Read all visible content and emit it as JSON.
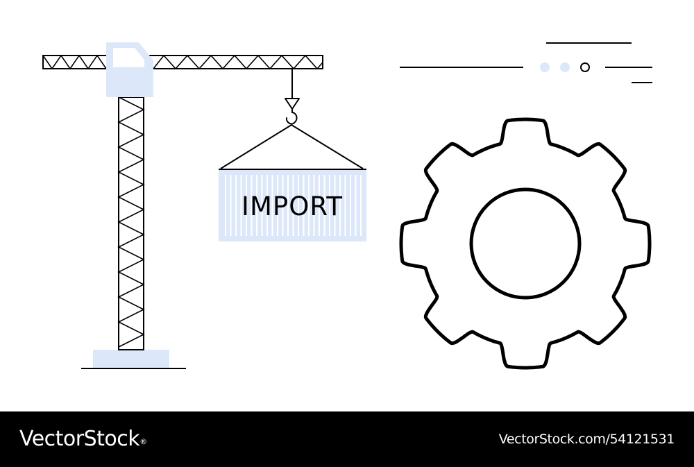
{
  "container_label": "IMPORT",
  "watermark": {
    "brand": "VectorStock",
    "registered_mark": "®",
    "image_id": "VectorStock.com/54121531"
  },
  "colors": {
    "line": "#000000",
    "accent_fill": "#dce8fa",
    "footer_background": "#000000",
    "footer_text": "#ffffff",
    "page_background": "#ffffff"
  },
  "icons": [
    "tower-crane-icon",
    "cargo-container-icon",
    "gear-icon",
    "crane-hook-icon"
  ]
}
